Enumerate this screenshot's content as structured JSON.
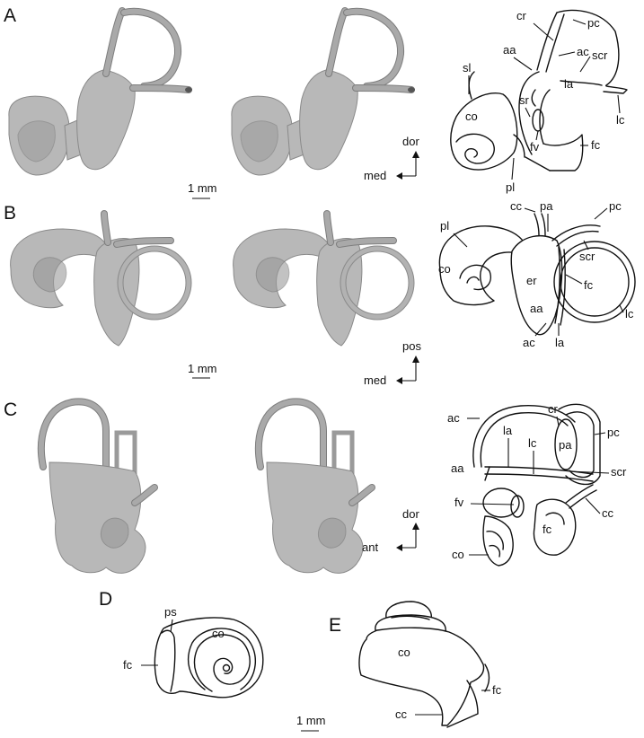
{
  "panels": {
    "A": {
      "letter": "A",
      "scale": "1 mm",
      "axis_up": "dor",
      "axis_side": "med",
      "labels": {
        "cr": "cr",
        "pc": "pc",
        "aa": "aa",
        "ac": "ac",
        "scr": "scr",
        "sl": "sl",
        "la": "la",
        "co": "co",
        "sr": "sr",
        "lc": "lc",
        "fv": "fv",
        "fc": "fc",
        "pl": "pl"
      }
    },
    "B": {
      "letter": "B",
      "scale": "1 mm",
      "axis_up": "pos",
      "axis_side": "med",
      "labels": {
        "cc": "cc",
        "pa": "pa",
        "pc": "pc",
        "pl": "pl",
        "scr": "scr",
        "co": "co",
        "er": "er",
        "fc": "fc",
        "aa": "aa",
        "lc": "lc",
        "ac": "ac",
        "la": "la"
      }
    },
    "C": {
      "letter": "C",
      "axis_up": "dor",
      "axis_side": "ant",
      "labels": {
        "cr": "cr",
        "ac": "ac",
        "pc": "pc",
        "la": "la",
        "lc": "lc",
        "pa": "pa",
        "aa": "aa",
        "scr": "scr",
        "fv": "fv",
        "cc": "cc",
        "fc": "fc",
        "co": "co"
      }
    },
    "D": {
      "letter": "D",
      "labels": {
        "ps": "ps",
        "co": "co",
        "fc": "fc"
      }
    },
    "E": {
      "letter": "E",
      "labels": {
        "co": "co",
        "fc": "fc",
        "cc": "cc"
      }
    },
    "bottom_scale": "1 mm"
  }
}
